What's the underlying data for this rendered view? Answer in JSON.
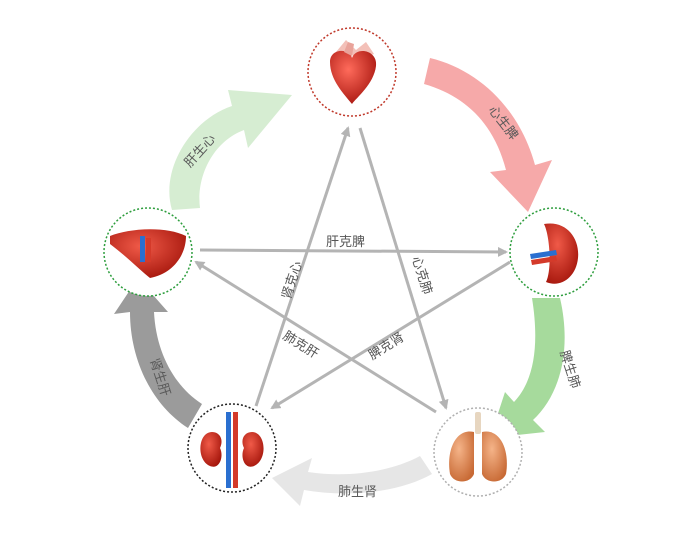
{
  "organs": {
    "heart": {
      "name": "heart",
      "ring_color": "#c0392b"
    },
    "spleen": {
      "name": "spleen",
      "ring_color": "#2e9e3e"
    },
    "lung": {
      "name": "lung",
      "ring_color": "#b0b0b0"
    },
    "kidney": {
      "name": "kidney",
      "ring_color": "#222222"
    },
    "liver": {
      "name": "liver",
      "ring_color": "#2e9e3e"
    }
  },
  "generating": {
    "liver_heart": "肝生心",
    "heart_spleen": "心生脾",
    "spleen_lung": "脾生肺",
    "lung_kidney": "肺生肾",
    "kidney_liver": "肾生肝"
  },
  "controlling": {
    "liver_spleen": "肝克脾",
    "heart_lung": "心克肺",
    "spleen_kidney": "脾克肾",
    "lung_liver": "肺克肝",
    "kidney_heart": "肾克心"
  },
  "colors": {
    "heart_spleen_arrow": "#f4a6a6",
    "spleen_lung_arrow": "#a9dca0",
    "liver_heart_arrow": "#d4ecd0",
    "kidney_liver_arrow": "#9a9a9a",
    "lung_kidney_arrow": "#e3e3e3",
    "star_lines": "#b4b4b4"
  }
}
